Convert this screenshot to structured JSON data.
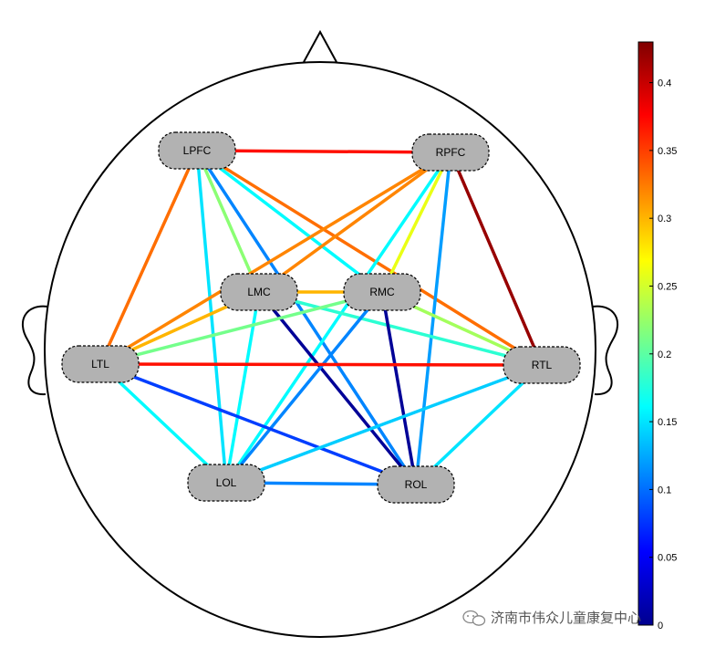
{
  "nodes": [
    {
      "id": "LPFC",
      "label": "LPFC"
    },
    {
      "id": "RPFC",
      "label": "RPFC"
    },
    {
      "id": "LMC",
      "label": "LMC"
    },
    {
      "id": "RMC",
      "label": "RMC"
    },
    {
      "id": "LTL",
      "label": "LTL"
    },
    {
      "id": "RTL",
      "label": "RTL"
    },
    {
      "id": "LOL",
      "label": "LOL"
    },
    {
      "id": "ROL",
      "label": "ROL"
    }
  ],
  "edges": [
    {
      "from": "LPFC",
      "to": "RPFC",
      "value": 0.37
    },
    {
      "from": "LPFC",
      "to": "LTL",
      "value": 0.33
    },
    {
      "from": "LPFC",
      "to": "LOL",
      "value": 0.15
    },
    {
      "from": "LPFC",
      "to": "RMC",
      "value": 0.16
    },
    {
      "from": "LPFC",
      "to": "LMC",
      "value": 0.22
    },
    {
      "from": "LPFC",
      "to": "RTL",
      "value": 0.33
    },
    {
      "from": "LPFC",
      "to": "ROL",
      "value": 0.11
    },
    {
      "from": "RPFC",
      "to": "LTL",
      "value": 0.32
    },
    {
      "from": "RPFC",
      "to": "LMC",
      "value": 0.32
    },
    {
      "from": "RPFC",
      "to": "RTL",
      "value": 0.42
    },
    {
      "from": "RPFC",
      "to": "ROL",
      "value": 0.12
    },
    {
      "from": "RPFC",
      "to": "RMC",
      "value": 0.26
    },
    {
      "from": "RPFC",
      "to": "LOL",
      "value": 0.16
    },
    {
      "from": "LMC",
      "to": "RMC",
      "value": 0.3
    },
    {
      "from": "LMC",
      "to": "ROL",
      "value": 0.01
    },
    {
      "from": "LMC",
      "to": "LOL",
      "value": 0.16
    },
    {
      "from": "LMC",
      "to": "LTL",
      "value": 0.3
    },
    {
      "from": "LMC",
      "to": "RTL",
      "value": 0.18
    },
    {
      "from": "RMC",
      "to": "ROL",
      "value": 0.01
    },
    {
      "from": "RMC",
      "to": "LOL",
      "value": 0.11
    },
    {
      "from": "RMC",
      "to": "LTL",
      "value": 0.21
    },
    {
      "from": "RMC",
      "to": "RTL",
      "value": 0.23
    },
    {
      "from": "LTL",
      "to": "RTL",
      "value": 0.37
    },
    {
      "from": "LTL",
      "to": "ROL",
      "value": 0.08
    },
    {
      "from": "LTL",
      "to": "LOL",
      "value": 0.16
    },
    {
      "from": "RTL",
      "to": "LOL",
      "value": 0.14
    },
    {
      "from": "RTL",
      "to": "ROL",
      "value": 0.15
    },
    {
      "from": "LOL",
      "to": "ROL",
      "value": 0.11
    }
  ],
  "colorbar": {
    "min": 0,
    "max": 0.43,
    "ticks": [
      0,
      0.05,
      0.1,
      0.15,
      0.2,
      0.25,
      0.3,
      0.35,
      0.4
    ],
    "tick_labels": [
      "0",
      "0.05",
      "0.1",
      "0.15",
      "0.2",
      "0.25",
      "0.3",
      "0.35",
      "0.4"
    ],
    "colormap": "jet"
  },
  "watermark": {
    "text": "济南市伟众儿童康复中心",
    "icon": "wechat-icon"
  },
  "colors": {
    "node_fill": "#b2b2b2",
    "outline": "#000000"
  }
}
